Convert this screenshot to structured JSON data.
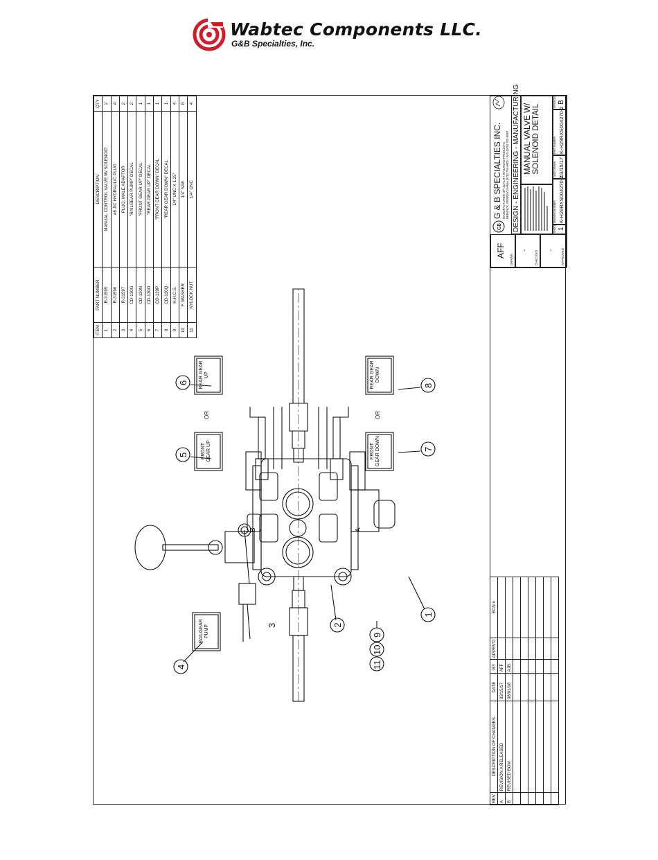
{
  "company": {
    "name": "Wabtec Components LLC.",
    "subtitle": "G&B Specialties, Inc."
  },
  "bom": {
    "headers": [
      "ITEM",
      "PART NUMBER",
      "DESCRIPTION",
      "QTY"
    ],
    "rows": [
      {
        "item": "1",
        "part": "R-31595",
        "desc": "MANUAL CONTROL VALVE W/ SOLENOID",
        "qty": "2"
      },
      {
        "item": "2",
        "part": "R-31596",
        "desc": "#8 JIC HYDRAULIC PLUG",
        "qty": "4"
      },
      {
        "item": "3",
        "part": "R-31597",
        "desc": "PLUG, MALE ADAPTOR",
        "qty": "2"
      },
      {
        "item": "4",
        "part": "CD-130G",
        "desc": "\"RAILGEAR PUMP\" DECAL",
        "qty": "2"
      },
      {
        "item": "5",
        "part": "CD-130N",
        "desc": "\"FRONT GEAR UP\" DECAL",
        "qty": "1"
      },
      {
        "item": "6",
        "part": "CD-130O",
        "desc": "\"REAR GEAR UP\" DECAL",
        "qty": "1"
      },
      {
        "item": "7",
        "part": "CD-130P",
        "desc": "\"FRONT GEAR DOWN\" DECAL",
        "qty": "1"
      },
      {
        "item": "8",
        "part": "CD-130Q",
        "desc": "\"REAR GEAR DOWN\" DECAL",
        "qty": "1"
      },
      {
        "item": "9",
        "part": "H.H.C.S.",
        "desc": "1/4\" UNC X 1.25\"",
        "qty": "4"
      },
      {
        "item": "10",
        "part": "F. WASHER",
        "desc": "1/4\" SAE",
        "qty": "8"
      },
      {
        "item": "11",
        "part": "NYLOCK NUT",
        "desc": "1/4\" UNC",
        "qty": "4"
      }
    ]
  },
  "drawing": {
    "decals": {
      "railgear_pump": "RAILGEAR PUMP",
      "front_gear_up": "FRONT GEAR UP",
      "rear_gear_up": "REAR GEAR UP",
      "front_gear_down": "FRONT GEAR DOWN",
      "rear_gear_down": "REAR GEAR DOWN"
    },
    "or_label": "OR",
    "port_a": "A",
    "port_b": "B",
    "balloons": [
      "1",
      "2",
      "3",
      "4",
      "5",
      "6",
      "7",
      "8",
      "9",
      "10",
      "11"
    ]
  },
  "revisions": {
    "headers": [
      "REV",
      "DESCRIPTION OF CHANGES",
      "DATE",
      "BY",
      "APPRV'D",
      "ECN #"
    ],
    "rows": [
      {
        "rev": "A",
        "desc": "REVISION A RELEASED",
        "date": "03/15/17",
        "by": "AFF",
        "appr": "",
        "ecn": ""
      },
      {
        "rev": "B",
        "desc": "REVISED BOM",
        "date": "08/01/18",
        "by": "AJB",
        "appr": "",
        "ecn": ""
      }
    ]
  },
  "title_block": {
    "drawn_label": "DRAWN",
    "drawn_value": "AFF",
    "checked_label": "CHECKED",
    "checked_value": "-",
    "approved_label": "APPROVED",
    "approved_value": "-",
    "company": "G & B SPECIALTIES INC.",
    "company_sub1": "MANUFACTURER OF QUALITY RAILROAD PRODUCTS",
    "company_sub2": "BERWICK, PENNSYLVANIA (570) 752-5901 / FAX (570) 752-5987",
    "design": "DESIGN - ENGINEERING - MANUFACTURING",
    "title": "MANUAL VALVE W/ SOLENOID DETAIL",
    "sheet_label": "SHEET",
    "sheet": "1",
    "drawing_number_label": "DRAWING NUMBER",
    "drawing_number": "K-H29RXS004270-2",
    "date_label": "DATE DRAWN",
    "date": "03/15/17",
    "part_number_label": "PART NUMBER",
    "part_number": "K-H29RXS004270-2",
    "revision_label": "REVISION",
    "revision": "B"
  }
}
